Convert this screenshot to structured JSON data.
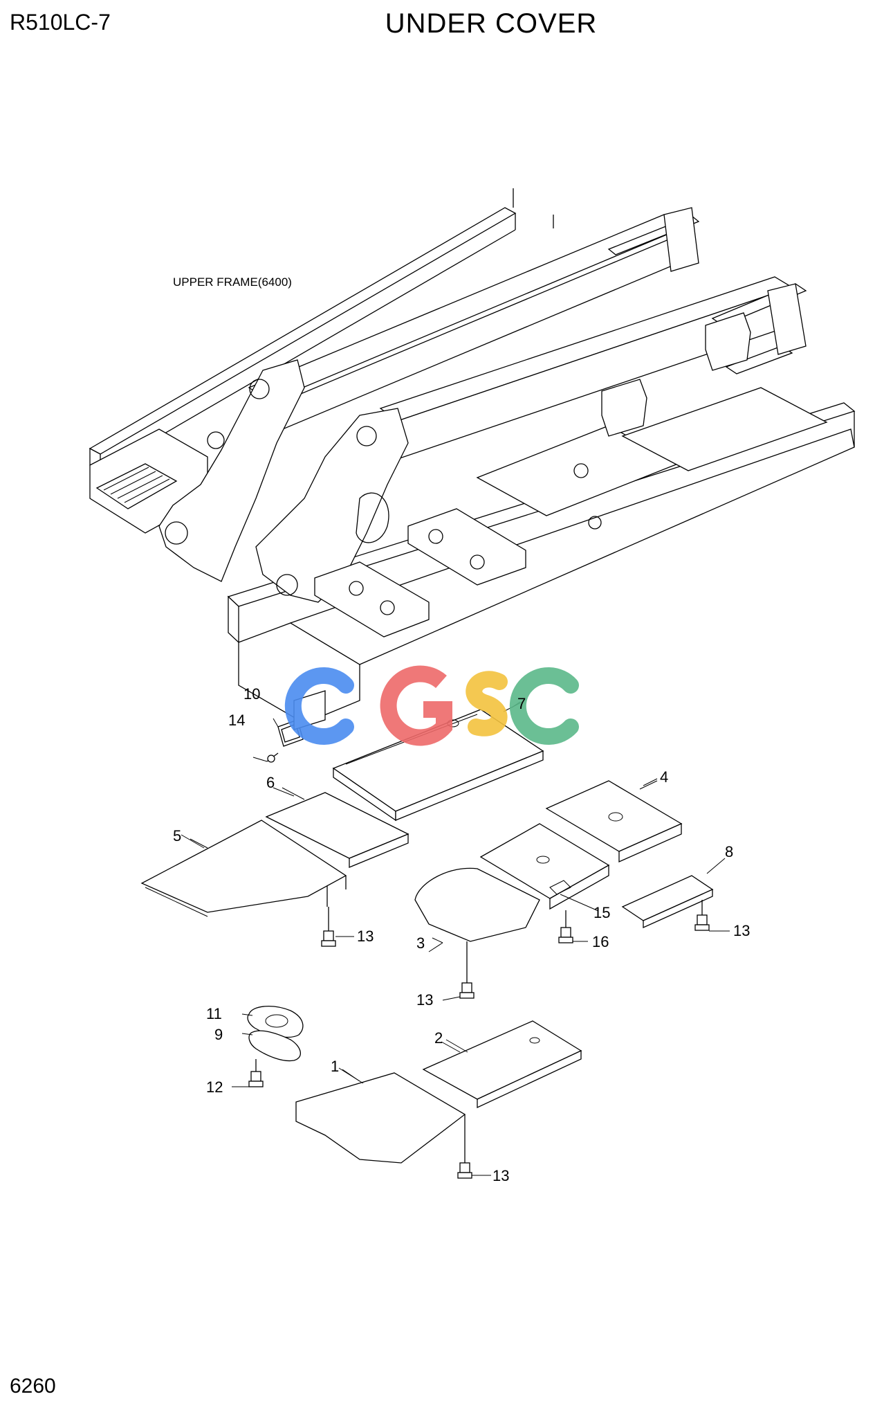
{
  "header": {
    "model": "R510LC-7",
    "title": "UNDER COVER"
  },
  "frame_label": "UPPER FRAME(6400)",
  "watermark": {
    "text": "CGSC",
    "colors": [
      "#4a8cf0",
      "#ee6a6a",
      "#f3c33f",
      "#5bb98a"
    ]
  },
  "callouts": {
    "c1": "1",
    "c2": "2",
    "c3": "3",
    "c4": "4",
    "c5": "5",
    "c6": "6",
    "c7": "7",
    "c8": "8",
    "c9": "9",
    "c10": "10",
    "c11": "11",
    "c12": "12",
    "c13a": "13",
    "c13b": "13",
    "c13c": "13",
    "c13d": "13",
    "c14": "14",
    "c15": "15",
    "c16": "16"
  },
  "page_number": "6260"
}
